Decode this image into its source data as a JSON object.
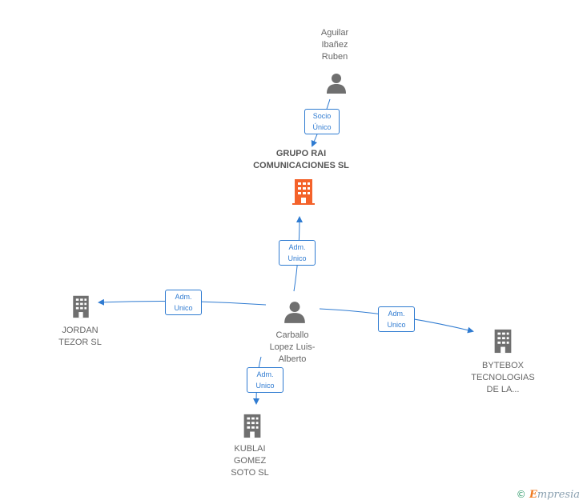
{
  "colors": {
    "edge": "#2f7bd1",
    "main_company": "#f4622a",
    "company": "#6f6f6f",
    "person": "#6f6f6f"
  },
  "nodes": {
    "aguilar": {
      "label": "Aguilar\nIbañez\nRuben",
      "icon": "person-icon"
    },
    "grupo": {
      "label": "GRUPO RAI\nCOMUNICACIONES SL",
      "icon": "building-icon"
    },
    "carballo": {
      "label": "Carballo\nLopez Luis-\nAlberto",
      "icon": "person-icon"
    },
    "jordan": {
      "label": "JORDAN\nTEZOR SL",
      "icon": "building-icon"
    },
    "bytebox": {
      "label": "BYTEBOX\nTECNOLOGIAS\nDE LA...",
      "icon": "building-icon"
    },
    "kublai": {
      "label": "KUBLAI\nGOMEZ\nSOTO SL",
      "icon": "building-icon"
    }
  },
  "edges": {
    "aguilar_grupo": "Socio\nÚnico",
    "carballo_grupo": "Adm.\nUnico",
    "carballo_jordan": "Adm.\nUnico",
    "carballo_bytebox": "Adm.\nUnico",
    "carballo_kublai": "Adm.\nUnico"
  },
  "brand": {
    "copyright": "©",
    "initial": "E",
    "rest": "mpresia"
  }
}
